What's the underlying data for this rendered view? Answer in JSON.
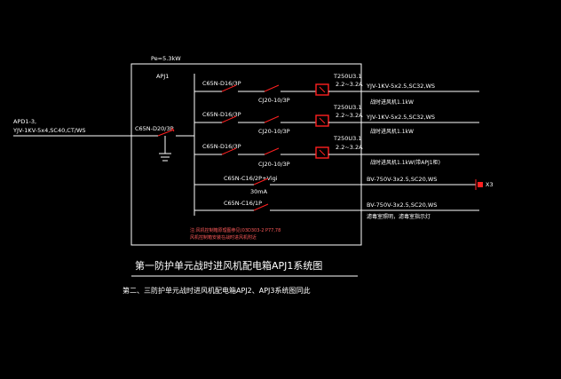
{
  "panel": {
    "power": "Pe=5.3kW",
    "name": "APJ1"
  },
  "incoming": {
    "source": "APD1-3,",
    "cable": "YJV-1KV-5x4,SC40,CT/WS",
    "main_breaker": "C65N-D20/3P"
  },
  "circuits": [
    {
      "breaker": "C65N-D16/3P",
      "contactor": "CJ20-10/3P",
      "relay": "T250U3.1",
      "relay_setting": "2.2~3.2A",
      "cable": "YJV-1KV-5x2.5,SC32,WS",
      "load": "战时进风机1.1kW"
    },
    {
      "breaker": "C65N-D16/3P",
      "contactor": "CJ20-10/3P",
      "relay": "T250U3.1",
      "relay_setting": "2.2~3.2A",
      "cable": "YJV-1KV-5x2.5,SC32,WS",
      "load": "战时进风机1.1kW"
    },
    {
      "breaker": "C65N-D16/3P",
      "contactor": "CJ20-10/3P",
      "relay": "T250U3.1",
      "relay_setting": "2.2~3.2A",
      "cable": "",
      "load": "战时进风机1.1kW(带APJ1柜)"
    },
    {
      "breaker": "C65N-C16/2P+Vigi",
      "extra": "30mA",
      "cable": "BV-750V-3x2.5,SC20,WS",
      "load": "",
      "marker": "X3"
    },
    {
      "breaker": "C65N-C16/1P",
      "cable": "BV-750V-3x2.5,SC20,WS",
      "load": "滤毒室照明，滤毒室指示灯"
    }
  ],
  "notes": {
    "line1": "注:风机控制箱原理图参见(03D303-2 P77,78",
    "line2": "风机控制箱安装在战时进风机附近"
  },
  "title": "第一防护单元战时进风机配电箱APJ1系统图",
  "subtitle": "第二、三防护单元战时进风机配电箱APJ2、APJ3系统图同此"
}
